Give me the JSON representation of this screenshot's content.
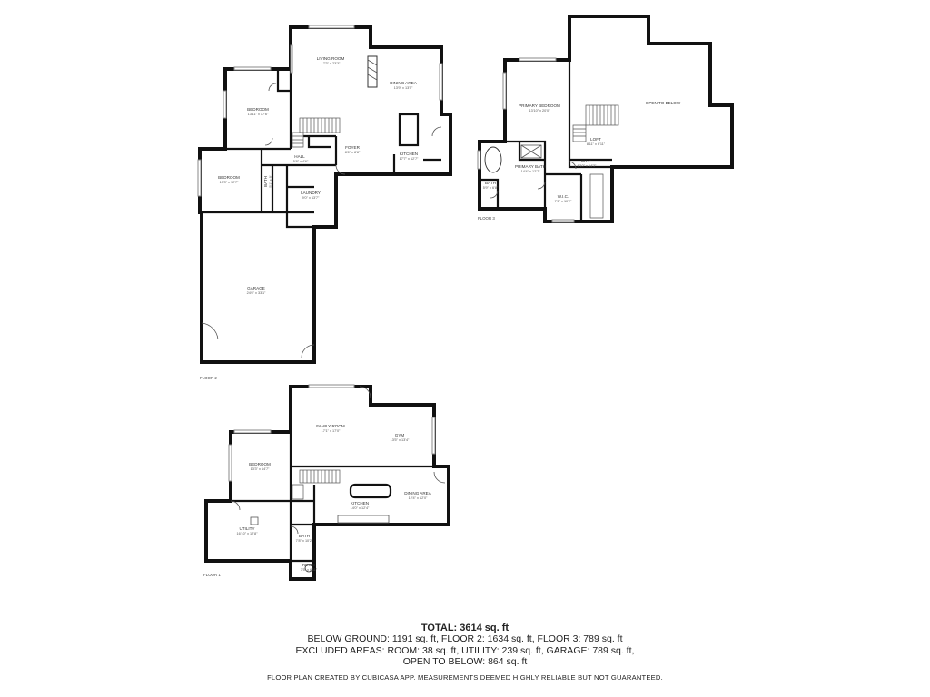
{
  "floors": {
    "floor2": {
      "label": "FLOOR 2",
      "rooms": [
        {
          "name": "LIVING ROOM",
          "dim": "17'3\" x 23'3\""
        },
        {
          "name": "DINING AREA",
          "dim": "13'9\" x 13'5\""
        },
        {
          "name": "BEDROOM",
          "dim": "13'11\" x 17'6\""
        },
        {
          "name": "FOYER",
          "dim": "8'6\" x 8'8\""
        },
        {
          "name": "KITCHEN",
          "dim": "17'7\" x 12'7\""
        },
        {
          "name": "HALL",
          "dim": "15'8\" x 4'6\""
        },
        {
          "name": "BEDROOM",
          "dim": "13'3\" x 12'7\""
        },
        {
          "name": "BATH",
          "dim": "5'1\" x 9'"
        },
        {
          "name": "LAUNDRY",
          "dim": "9'0\" x 13'7\""
        },
        {
          "name": "GARAGE",
          "dim": "24'6\" x 33'1\""
        }
      ]
    },
    "floor3": {
      "label": "FLOOR 3",
      "rooms": [
        {
          "name": "PRIMARY BEDROOM",
          "dim": "13'10\" x 20'0\""
        },
        {
          "name": "OPEN TO BELOW",
          "dim": ""
        },
        {
          "name": "LOFT",
          "dim": "8'11\" x 6'11\""
        },
        {
          "name": "PRIMARY BATH",
          "dim": "14'4\" x 12'7\""
        },
        {
          "name": "W.I.C.",
          "dim": "6'10\" x 14'3\""
        },
        {
          "name": "BATH",
          "dim": "5'9\" x 6'8\""
        },
        {
          "name": "W.I.C.",
          "dim": "7'6\" x 10'2\""
        }
      ]
    },
    "floor1": {
      "label": "FLOOR 1",
      "rooms": [
        {
          "name": "FAMILY ROOM",
          "dim": "17'1\" x 17'0\""
        },
        {
          "name": "GYM",
          "dim": "13'5\" x 13'4\""
        },
        {
          "name": "BEDROOM",
          "dim": "13'3\" x 14'7\""
        },
        {
          "name": "DINING AREA",
          "dim": "12'4\" x 12'0\""
        },
        {
          "name": "KITCHEN",
          "dim": "14'0\" x 12'4\""
        },
        {
          "name": "UTILITY",
          "dim": "16'10\" x 12'8\""
        },
        {
          "name": "BATH",
          "dim": "7'8\" x 10'2\""
        },
        {
          "name": "ROOM",
          "dim": "7'5\" x 6'11\""
        }
      ]
    }
  },
  "summary": {
    "total": "TOTAL: 3614 sq. ft",
    "line1": "BELOW GROUND: 1191 sq. ft, FLOOR 2: 1634 sq. ft, FLOOR 3: 789 sq. ft",
    "line2": "EXCLUDED AREAS: ROOM: 38 sq. ft, UTILITY: 239 sq. ft, GARAGE: 789 sq. ft,",
    "line3": "OPEN TO BELOW: 864 sq. ft"
  },
  "credit": "FLOOR PLAN CREATED BY CUBICASA APP. MEASUREMENTS DEEMED HIGHLY RELIABLE BUT NOT GUARANTEED."
}
